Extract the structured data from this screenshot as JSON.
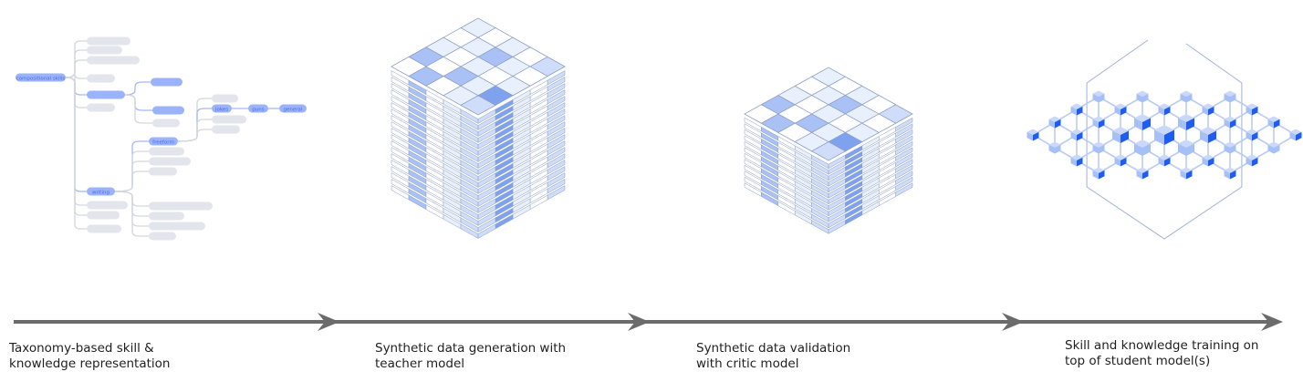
{
  "title": "Synthetic data pipeline overview",
  "colors": {
    "arrow": "#6b6b6b",
    "node_active": "#9bb3fa",
    "node_active_text": "#4a6cf0",
    "node_inactive": "#e3e5ec",
    "connector_active": "#a3b8f8",
    "connector_inactive": "#d4d6dc",
    "tile_white": "#ffffff",
    "tile_pale": "#e9f0fd",
    "tile_light": "#cfdcfa",
    "tile_mid": "#a9c1f5",
    "tile_strong": "#7fa2ef",
    "tile_stroke": "#8a9cc4",
    "network_line": "#b9ccf7",
    "cube_light": "#a6c0f7",
    "cube_dark": "#1f5cf0",
    "hex_stroke": "#9fb2da"
  },
  "stages": [
    {
      "id": "taxonomy",
      "label_lines": [
        "Taxonomy-based skill &",
        "knowledge representation"
      ]
    },
    {
      "id": "generation",
      "label_lines": [
        "Synthetic data generation with",
        "teacher model"
      ]
    },
    {
      "id": "validation",
      "label_lines": [
        "Synthetic data validation",
        "with critic model"
      ]
    },
    {
      "id": "training",
      "label_lines": [
        "Skill and knowledge training on",
        "top of student model(s)"
      ]
    }
  ],
  "taxonomy_tree": {
    "root": "compositional skills",
    "highlighted_path": [
      "compositional skills",
      "writing",
      "freeform",
      "jokes",
      "puns",
      "general"
    ],
    "labels": {
      "writing": "writing",
      "freeform": "freeform",
      "jokes": "jokes",
      "puns": "puns",
      "general": "general"
    }
  },
  "generation_stack": {
    "grid": [
      [
        "pale",
        "white",
        "pale",
        "white",
        "light"
      ],
      [
        "white",
        "pale",
        "mid",
        "pale",
        "white"
      ],
      [
        "pale",
        "white",
        "pale",
        "white",
        "pale"
      ],
      [
        "mid",
        "white",
        "mid",
        "pale",
        "strong"
      ],
      [
        "white",
        "mid",
        "white",
        "pale",
        "light"
      ]
    ]
  },
  "validation_stack": {
    "grid": [
      [
        "pale",
        "white",
        "pale",
        "white",
        "light"
      ],
      [
        "white",
        "pale",
        "mid",
        "pale",
        "white"
      ],
      [
        "pale",
        "white",
        "pale",
        "white",
        "pale"
      ],
      [
        "mid",
        "white",
        "mid",
        "pale",
        "strong"
      ],
      [
        "white",
        "mid",
        "white",
        "pale",
        "light"
      ]
    ]
  }
}
